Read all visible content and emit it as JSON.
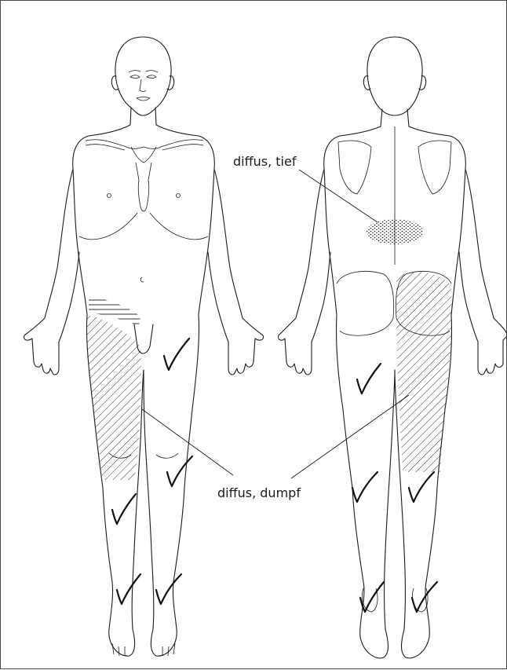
{
  "labels": {
    "deep": "diffus, tief",
    "dull": "diffus, dumpf"
  },
  "views": [
    "front",
    "back"
  ],
  "regions": [
    {
      "view": "front",
      "pattern": "horizontal-lines",
      "area": "lower abdomen / groin, right"
    },
    {
      "view": "front",
      "pattern": "diagonal-hatching",
      "area": "anterior thigh, right"
    },
    {
      "view": "back",
      "pattern": "dots",
      "area": "lower thoracic back"
    },
    {
      "view": "back",
      "pattern": "diagonal-hatching",
      "area": "posterior buttock and thigh, right"
    }
  ],
  "checkmark_areas": [
    "front: left thigh",
    "front: right shin",
    "front: left knee/shin",
    "front: right foot",
    "front: left foot",
    "back: left thigh",
    "back: left calf",
    "back: right calf",
    "back: left heel",
    "back: right heel"
  ],
  "colors": {
    "line": "#1a1a1a",
    "background": "#ffffff",
    "frame": "#4a4a4a"
  }
}
